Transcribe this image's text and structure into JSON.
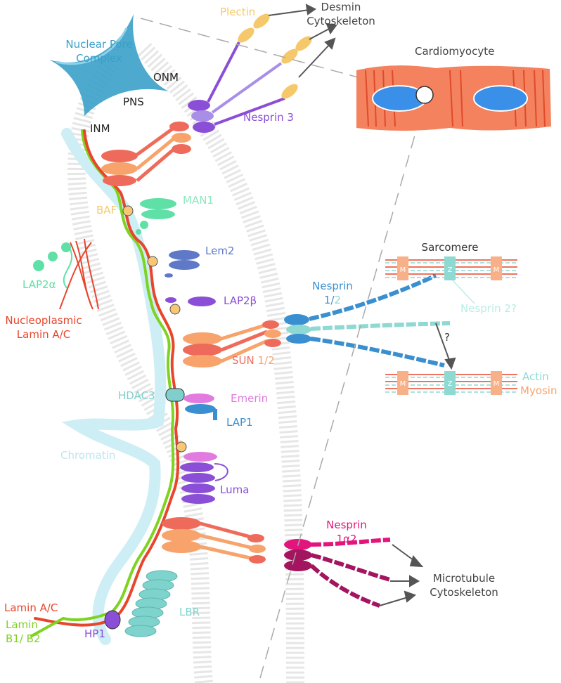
{
  "colors": {
    "lamin_ac": "#e8452c",
    "lamin_b": "#7ed321",
    "chromatin": "#cdeef5",
    "membrane": "#e9e9e9",
    "sun": "#ee6b5c",
    "sun_alt": "#f7a36b",
    "nesprin3": "#8a4fd6",
    "plectin": "#f5c96b",
    "nesprin12": "#3a8fd0",
    "nesprin2q": "#8fd9d3",
    "nesprin1a2": "#e2157d",
    "nesprin1a2_dark": "#a3155f",
    "man1": "#5fe0a6",
    "lem2": "#5f79c8",
    "lap2b": "#8a4fd6",
    "emerin": "#e27be0",
    "lap1": "#3a8fd0",
    "hdac3": "#7fd0cc",
    "luma": "#8a4fd6",
    "lbr": "#7fd3cd",
    "hp1": "#8a4fd6",
    "baf": "#f7c773",
    "npc": "#3aa0c8",
    "cardio_body": "#f4825e",
    "nucleus": "#3a8fe8",
    "arrow": "#555555",
    "text_dark": "#222222"
  },
  "labels": {
    "plectin": "Plectin",
    "desmin_line1": "Desmin",
    "desmin_line2": "Cytoskeleton",
    "npc_line1": "Nuclear Pore",
    "npc_line2": "Complex",
    "onm": "ONM",
    "pns": "PNS",
    "inm": "INM",
    "nesprin3": "Nesprin 3",
    "cardiomyocyte": "Cardiomyocyte",
    "baf": "BAF",
    "man1": "MAN1",
    "lem2": "Lem2",
    "lap2a": "LAP2α",
    "lap2b": "LAP2β",
    "nucleoplasmic_line1": "Nucleoplasmic",
    "nucleoplasmic_line2": "Lamin A/C",
    "nesprin12_line1": "Nesprin",
    "nesprin12_1": "1/",
    "nesprin12_2": "2",
    "sarcomere": "Sarcomere",
    "nesprin2q": "Nesprin 2?",
    "question": "?",
    "sun_prefix": "SUN ",
    "sun_1": "1/",
    "sun_2": "2",
    "hdac3": "HDAC3",
    "emerin": "Emerin",
    "lap1": "LAP1",
    "chromatin": "Chromatin",
    "luma": "Luma",
    "actin": "Actin",
    "myosin": "Myosin",
    "nesprin1a2_line1": "Nesprin",
    "nesprin1a2_line2": "1α2",
    "microtubule_line1": "Microtubule",
    "microtubule_line2": "Cytoskeleton",
    "lbr": "LBR",
    "hp1": "HP1",
    "lamin_ac": "Lamin A/C",
    "lamin_b_line1": "Lamin",
    "lamin_b_line2": "B1/ B2",
    "sarc_m": "M",
    "sarc_z": "Z"
  }
}
